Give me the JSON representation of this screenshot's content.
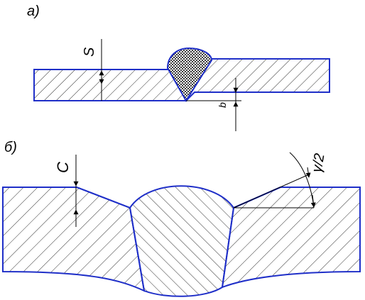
{
  "figure_a": {
    "label": "а)",
    "dim_s": "S",
    "dim_b": "b"
  },
  "figure_b": {
    "label": "б)",
    "dim_c": "C",
    "angle": "γ/2"
  },
  "colors": {
    "outline": "#1f2fc8",
    "dimension": "#000000",
    "hatch": "#000000",
    "background": "#ffffff"
  }
}
